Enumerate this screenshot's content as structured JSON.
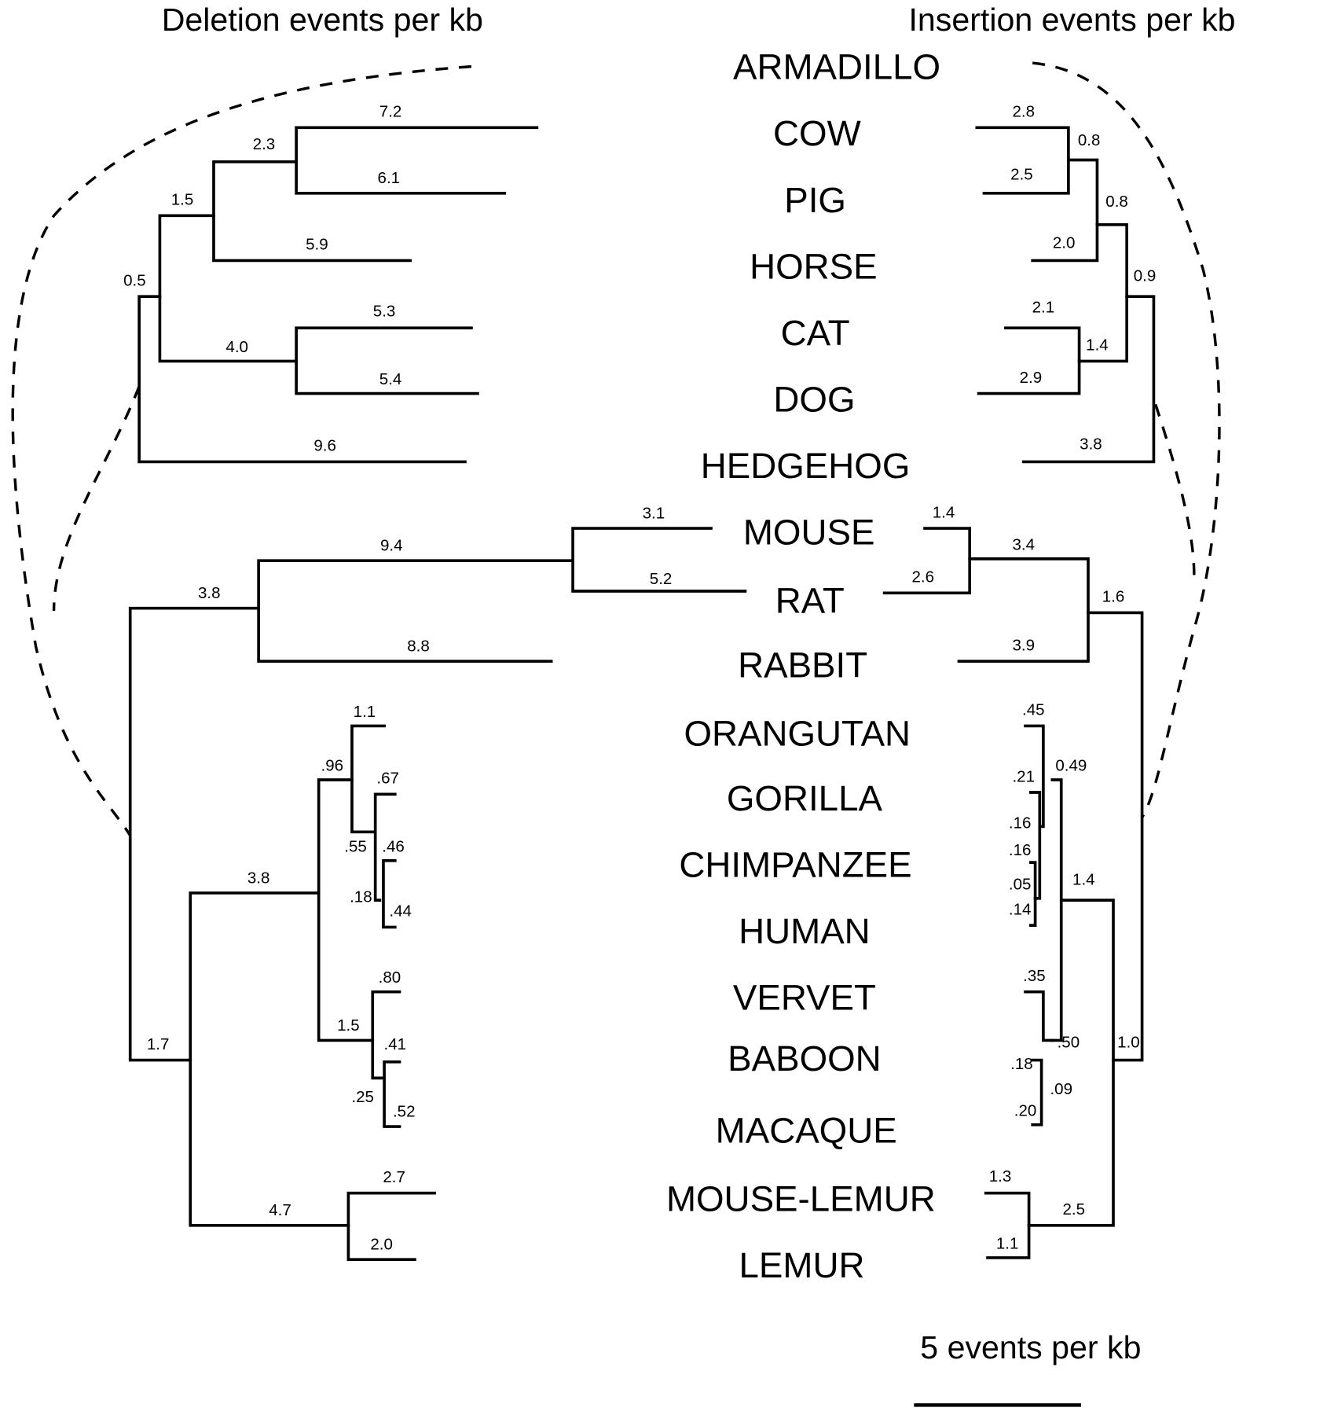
{
  "titles": {
    "left": "Deletion events per kb",
    "right": "Insertion events per kb"
  },
  "species": [
    "ARMADILLO",
    "COW",
    "PIG",
    "HORSE",
    "CAT",
    "DOG",
    "HEDGEHOG",
    "MOUSE",
    "RAT",
    "RABBIT",
    "ORANGUTAN",
    "GORILLA",
    "CHIMPANZEE",
    "HUMAN",
    "VERVET",
    "BABOON",
    "MACAQUE",
    "MOUSE-LEMUR",
    "LEMUR"
  ],
  "deletion_labels": {
    "cow": "7.2",
    "pig": "6.1",
    "cowpig": "2.3",
    "horse": "5.9",
    "ungulates": "1.5",
    "cat": "5.3",
    "dog": "5.4",
    "carnivores": "4.0",
    "laurasia": "0.5",
    "hedgehog": "9.6",
    "mouse": "3.1",
    "rat": "5.2",
    "murid": "9.4",
    "rabbit": "8.8",
    "glires": "3.8",
    "orangutan": "1.1",
    "hominid": ".96",
    "gorilla": ".67",
    "hominine": ".55",
    "chimp": ".46",
    "panhomo": ".18",
    "human": ".44",
    "catarrhini": "3.8",
    "vervet": ".80",
    "cercopith": "1.5",
    "baboon": ".41",
    "papionini": ".25",
    "macaque": ".52",
    "primates": "1.7",
    "mouselemur": "2.7",
    "lemur": "2.0",
    "strepsirrhini": "4.7"
  },
  "insertion_labels": {
    "cow": "2.8",
    "pig": "2.5",
    "cowpig": "0.8",
    "horse": "2.0",
    "ungulates": "0.8",
    "cat": "2.1",
    "dog": "2.9",
    "carnivores": "1.4",
    "laurasia": "0.9",
    "hedgehog": "3.8",
    "mouse": "1.4",
    "rat": "2.6",
    "murid": "3.4",
    "rabbit": "3.9",
    "glires": "1.6",
    "orangutan": ".45",
    "hominid": "0.49",
    "gorilla": ".21",
    "hominine": ".16",
    "chimp": ".16",
    "panhomo": ".05",
    "human": ".14",
    "vervet": ".35",
    "cercopith": ".50",
    "baboon": ".18",
    "papionini": ".09",
    "macaque": ".20",
    "catarrhini": "1.4",
    "primates": "1.0",
    "mouselemur": "1.3",
    "lemur": "1.1",
    "strepsirrhini": "2.5"
  },
  "scale_bar": {
    "label": "5 events per kb",
    "value": 5,
    "unit": "events per kb"
  }
}
